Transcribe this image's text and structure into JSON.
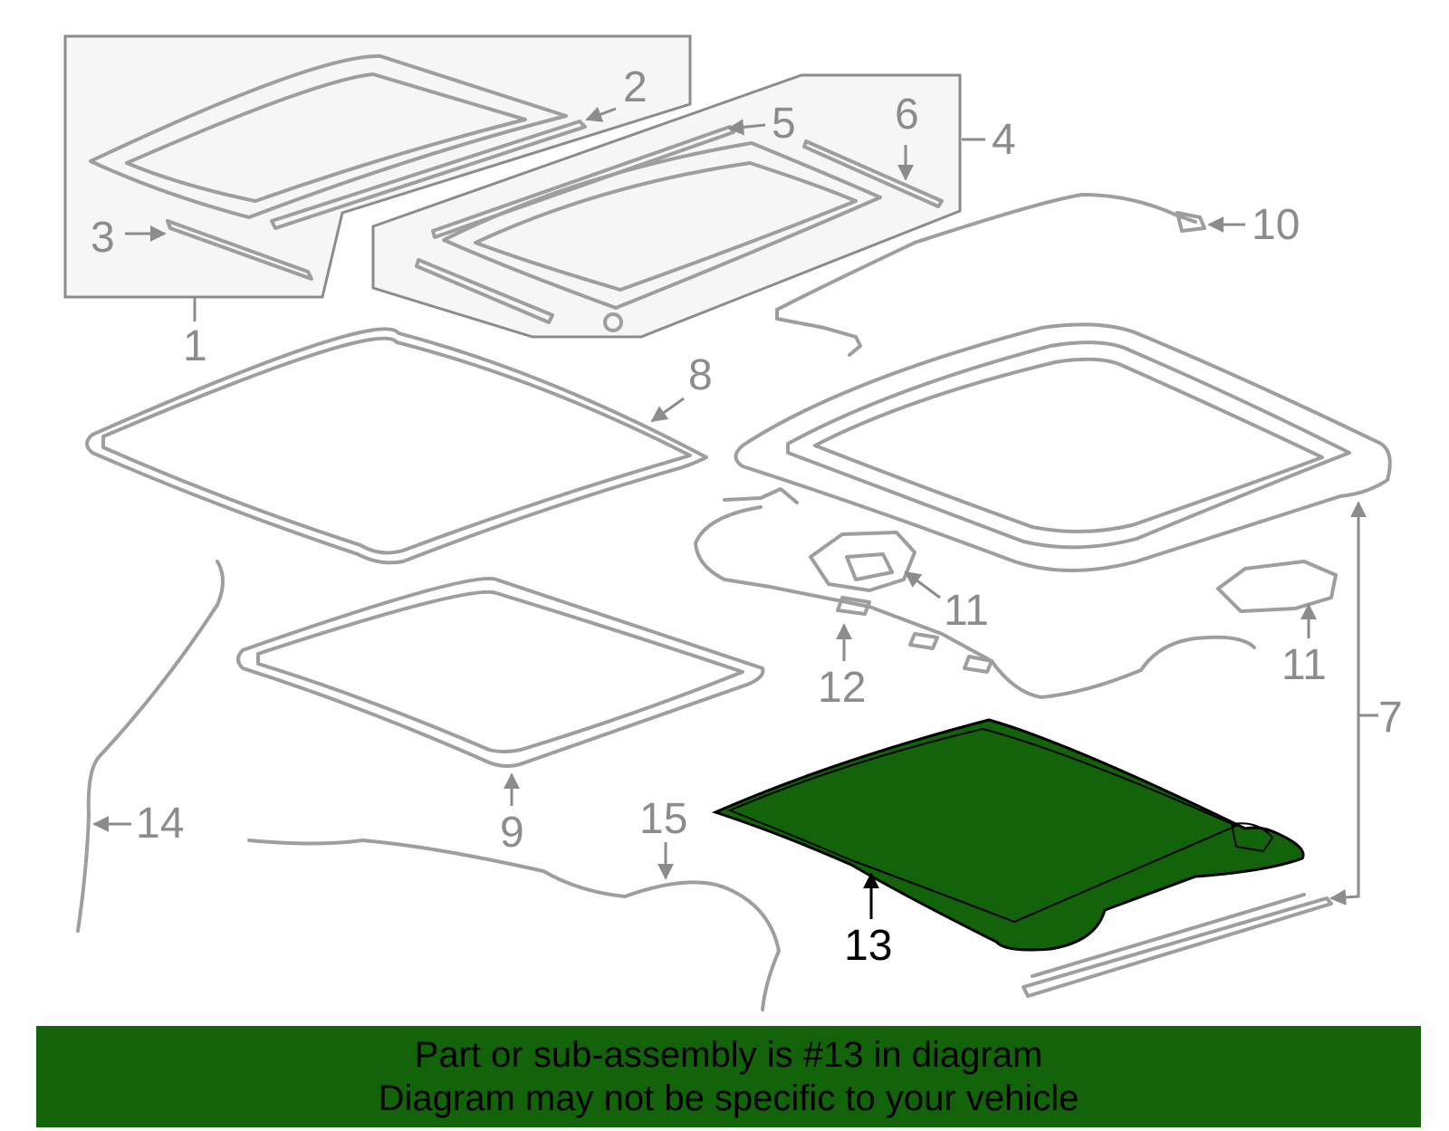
{
  "diagram": {
    "callouts": [
      "1",
      "2",
      "3",
      "4",
      "5",
      "6",
      "7",
      "8",
      "9",
      "10",
      "11",
      "11",
      "12",
      "13",
      "14",
      "15"
    ],
    "highlighted_part": "13",
    "highlight_color": "#126309",
    "part_color": "#9e9e9e"
  },
  "banner": {
    "line1": "Part or sub-assembly is #13 in diagram",
    "line2": "Diagram may not be specific to your vehicle",
    "background": "#126309"
  }
}
